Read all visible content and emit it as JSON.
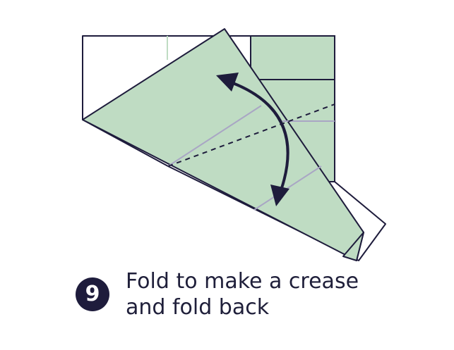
{
  "colors": {
    "paper_fill": "#bfdcc3",
    "outline": "#1e1c3c",
    "crease": "#a9a6c4",
    "arrow": "#1e1c3c",
    "background": "#ffffff"
  },
  "step": {
    "number": "9",
    "badge_color": "#1e1c3c"
  },
  "instruction": {
    "line1": "Fold to make a crease",
    "line2": "and fold back"
  },
  "icons": {
    "fold_arrow": "curved-double-arrow-icon"
  }
}
